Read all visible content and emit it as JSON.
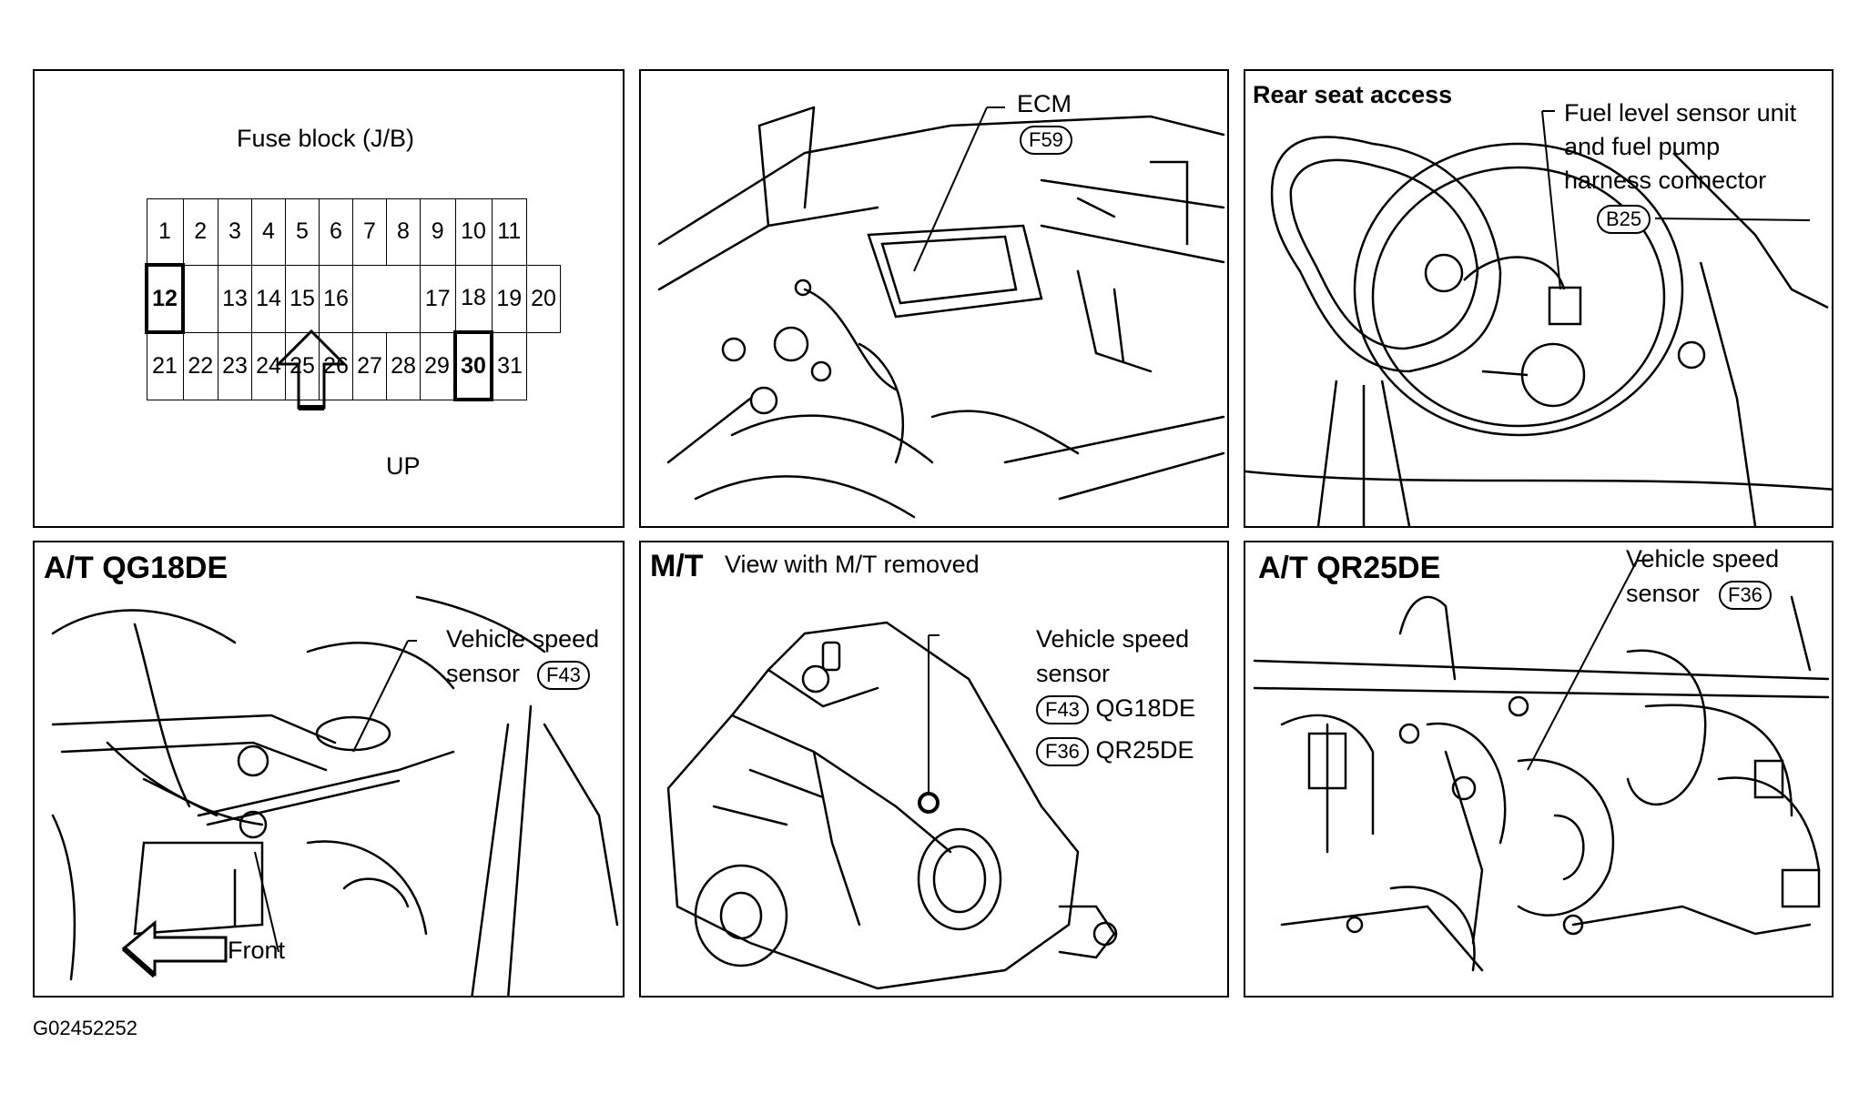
{
  "panels": {
    "fuse": {
      "title": "Fuse block (J/B)",
      "rows": [
        [
          "1",
          "2",
          "3",
          "4",
          "5",
          "6",
          "7",
          "8",
          "9",
          "10",
          "11"
        ],
        [
          "12",
          "",
          "13",
          "14",
          "15",
          "16",
          "",
          "",
          "17",
          "18",
          "19",
          "20"
        ],
        [
          "21",
          "22",
          "23",
          "24",
          "25",
          "26",
          "27",
          "28",
          "29",
          "30",
          "31"
        ]
      ],
      "highlighted": [
        "12",
        "30"
      ],
      "up_label": "UP"
    },
    "ecm": {
      "label": "ECM",
      "connector": "F59"
    },
    "fuel": {
      "heading": "Rear seat access",
      "label_line1": "Fuel level sensor unit",
      "label_line2": "and fuel pump",
      "label_line3": "harness connector",
      "connector": "B25"
    },
    "at_qg18de": {
      "heading": "A/T QG18DE",
      "label_line1": "Vehicle speed",
      "label_line2": "sensor",
      "connector": "F43",
      "front_label": "Front"
    },
    "mt": {
      "heading": "M/T",
      "subheading": "View with M/T removed",
      "label_line1": "Vehicle speed",
      "label_line2": "sensor",
      "connector1": "F43",
      "engine1": "QG18DE",
      "connector2": "F36",
      "engine2": "QR25DE"
    },
    "at_qr25de": {
      "heading": "A/T QR25DE",
      "label_line1": "Vehicle speed",
      "label_line2": "sensor",
      "connector": "F36"
    }
  },
  "figure_id": "G02452252"
}
